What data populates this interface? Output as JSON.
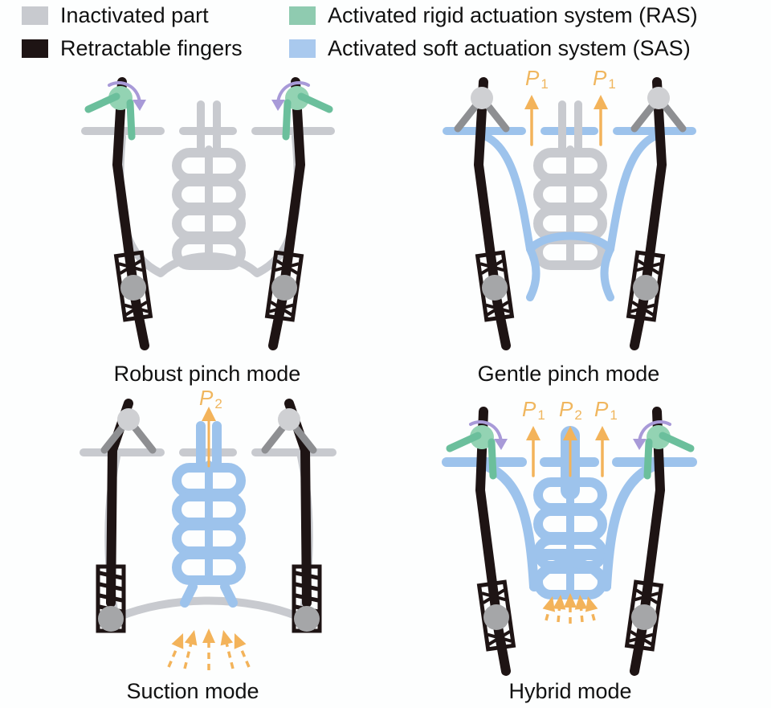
{
  "colors": {
    "inactivated": "#c8cacf",
    "finger": "#1e1414",
    "ras": "#6bbf9c",
    "ras_joint": "#93d3b3",
    "sas": "#9dc3ec",
    "pressure": "#f3b35a",
    "rotation": "#a89ad8",
    "hinge_gray": "#8e8f92",
    "joint_gray": "#cfd0d3",
    "roller": "#a5a6a8"
  },
  "legend": {
    "items": [
      {
        "label": "Inactivated part",
        "color": "#c8cacf"
      },
      {
        "label": "Retractable fingers",
        "color": "#1e1414"
      },
      {
        "label": "Activated rigid actuation system (RAS)",
        "color": "#8fcbb0"
      },
      {
        "label": "Activated soft actuation system (SAS)",
        "color": "#a9c9ee"
      }
    ]
  },
  "panels": [
    {
      "caption": "Robust pinch mode",
      "pressure_labels": []
    },
    {
      "caption": "Gentle pinch mode",
      "pressure_labels": [
        {
          "base": "P",
          "sub": "1"
        },
        {
          "base": "P",
          "sub": "1"
        }
      ]
    },
    {
      "caption": "Suction mode",
      "pressure_labels": [
        {
          "base": "P",
          "sub": "2"
        }
      ]
    },
    {
      "caption": "Hybrid mode",
      "pressure_labels": [
        {
          "base": "P",
          "sub": "1"
        },
        {
          "base": "P",
          "sub": "2"
        },
        {
          "base": "P",
          "sub": "1"
        }
      ]
    }
  ]
}
